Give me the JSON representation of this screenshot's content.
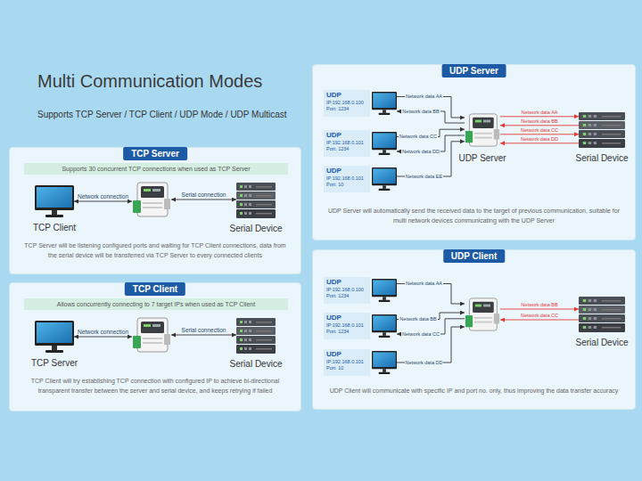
{
  "diagram": {
    "title": "Multi Communication Modes",
    "nodes": [
      {
        "text": [
          "TCP Server",
          "TCP Server will be listening configured ports and waiting for TCP Client connections, data from the serial device will be transferred via TCP Server to every connected clients"
        ]
      },
      {
        "text": [
          "Supports 30 concurrent TCP connections when used as TCP Server"
        ],
        "in": 0
      },
      {
        "text": [
          "TCP Client"
        ],
        "in": 0
      },
      {
        "text": [],
        "in": 0
      },
      {
        "text": [
          "Serial Device"
        ],
        "in": 0
      },
      {
        "text": [
          "TCP Client",
          "TCP Client will try establishing TCP connection with configured IP to achieve bi-directional transparent transfer between the server and serial device, and keeps retrying if failed"
        ]
      },
      {
        "text": [
          "Allows concurrently connecting to 7 target IPs when used as TCP Client"
        ],
        "in": 5
      },
      {
        "text": [
          "TCP Server"
        ],
        "in": 5
      },
      {
        "text": [],
        "in": 5
      },
      {
        "text": [
          "Serial Device"
        ],
        "in": 5
      },
      {
        "text": [
          "UDP Server",
          "UDP Server will automatically send the received data to the target of previous communication, suitable for multi network devices communicating with the UDP Server"
        ]
      },
      {
        "text": [
          "UDP",
          "IP:192.168.0.100 Port: 1234"
        ],
        "in": 10
      },
      {
        "text": [
          "UDP",
          "IP:192.168.0.101 Port: 1234"
        ],
        "in": 10
      },
      {
        "text": [
          "UDP",
          "IP:192.168.0.101 Port: 10"
        ],
        "in": 10
      },
      {
        "text": [
          "UDP Server"
        ],
        "in": 10
      },
      {
        "text": [
          "Serial Device"
        ],
        "in": 10
      },
      {
        "text": [
          "UDP Client",
          "UDP Client will communicate with specific IP and port no. only, thus improving the data transfer accuracy"
        ]
      },
      {
        "text": [
          "UDP",
          "IP:192.168.0.100 Port: 1234"
        ],
        "in": 16
      },
      {
        "text": [
          "UDP",
          "IP:192.168.0.101 Port: 1234"
        ],
        "in": 16
      },
      {
        "text": [
          "UDP",
          "IP:192.168.0.101 Port: 10"
        ],
        "in": 16
      },
      {
        "text": [],
        "in": 16
      },
      {
        "text": [
          "Serial Device"
        ],
        "in": 16
      }
    ],
    "edges": [
      {
        "from": 2,
        "to": 3,
        "arrow": "both",
        "label": "Network connection"
      },
      {
        "from": 3,
        "to": 4,
        "arrow": "both",
        "label": "Serial connection"
      },
      {
        "from": 7,
        "to": 8,
        "arrow": "both",
        "label": "Network connection"
      },
      {
        "from": 8,
        "to": 9,
        "arrow": "both",
        "label": "Serial connection"
      },
      {
        "from": 11,
        "to": 14,
        "arrow": "to",
        "label": "Network data AA"
      },
      {
        "from": 14,
        "to": 11,
        "arrow": "to",
        "label": "Network data BB"
      },
      {
        "from": 12,
        "to": 14,
        "arrow": "to",
        "label": "Network data CC"
      },
      {
        "from": 14,
        "to": 12,
        "arrow": "to",
        "label": "Network data DD"
      },
      {
        "from": 13,
        "to": 14,
        "arrow": "to",
        "label": "Network data EE"
      },
      {
        "from": 14,
        "to": 15,
        "arrow": "to",
        "label": "Network data AA"
      },
      {
        "from": 15,
        "to": 14,
        "arrow": "to",
        "label": "Network data BB"
      },
      {
        "from": 14,
        "to": 15,
        "arrow": "to",
        "label": "Network data CC"
      },
      {
        "from": 15,
        "to": 14,
        "arrow": "to",
        "label": "Network data DD"
      },
      {
        "from": 17,
        "to": 20,
        "arrow": "to",
        "label": "Network data AA"
      },
      {
        "from": 18,
        "to": 20,
        "arrow": "to",
        "label": "Network data BB"
      },
      {
        "from": 20,
        "to": 18,
        "arrow": "to",
        "label": "Network data CC"
      },
      {
        "from": 19,
        "to": 20,
        "arrow": "to",
        "label": "Network data DD"
      },
      {
        "from": 20,
        "to": 21,
        "arrow": "to",
        "label": "Network data BB"
      },
      {
        "from": 21,
        "to": 20,
        "arrow": "to",
        "label": "Network data CC"
      }
    ],
    "labels": [
      "Supports TCP Server / TCP Client / UDP Mode / UDP Multicast"
    ]
  }
}
